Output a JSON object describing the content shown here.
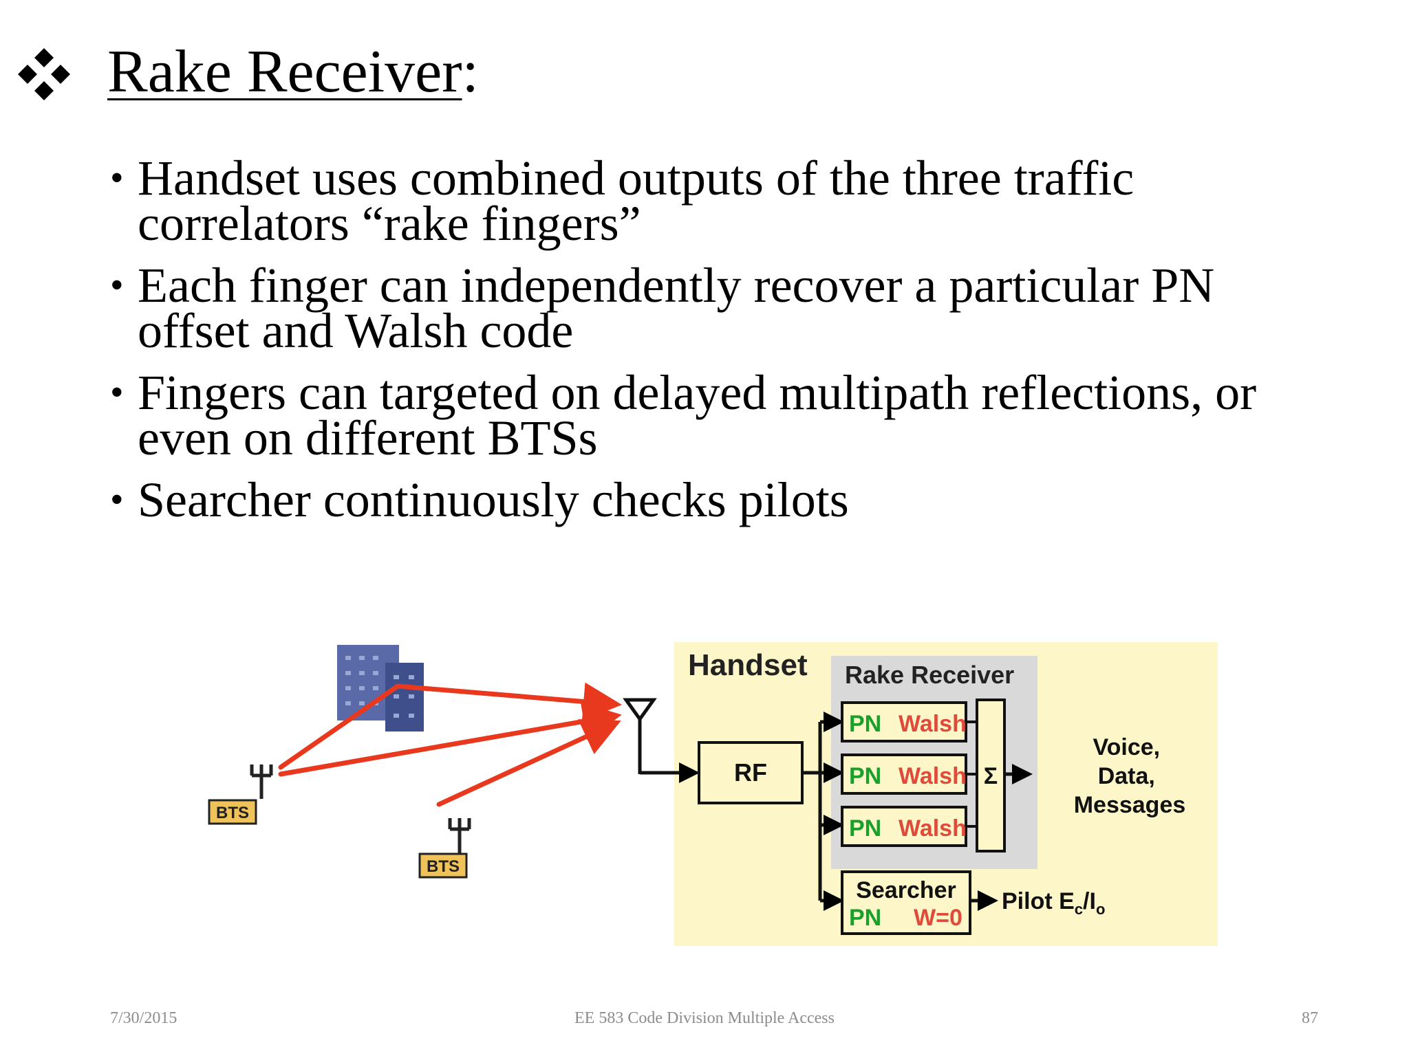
{
  "title": {
    "text": "Rake Receiver",
    "suffix": ":"
  },
  "bullets": [
    {
      "line1": "Handset uses combined outputs of the three traffic",
      "line2": "correlators “rake fingers”"
    },
    {
      "line1": "Each finger can independently recover a particular PN",
      "line2": "offset and Walsh code"
    },
    {
      "line1": "Fingers can targeted on delayed multipath reflections, or",
      "line2": "even on different BTSs"
    },
    {
      "line1": "Searcher continuously checks pilots",
      "line2": ""
    }
  ],
  "diagram": {
    "bts_label": "BTS",
    "handset_label": "Handset",
    "rake_receiver_label": "Rake Receiver",
    "rf_label": "RF",
    "pn_label": "PN",
    "walsh_label": "Walsh",
    "sum_symbol": "Σ",
    "output_label_lines": [
      "Voice,",
      "Data,",
      "Messages"
    ],
    "searcher_label": "Searcher",
    "w0_label": "W=0",
    "pilot_label": "Pilot E",
    "pilot_sub_c": "c",
    "pilot_slash": "/I",
    "pilot_sub_o": "o",
    "colors": {
      "signal": "#e8391f",
      "handset_bg": "#fcf6c9",
      "rake_bg": "#d9d9d9",
      "pn": "#1aa02a",
      "walsh": "#e04a3a",
      "bts_fill": "#f0c25a",
      "building": "#5a6aa8"
    }
  },
  "footer": {
    "date": "7/30/2015",
    "course": "EE 583 Code Division Multiple Access",
    "page": "87"
  }
}
